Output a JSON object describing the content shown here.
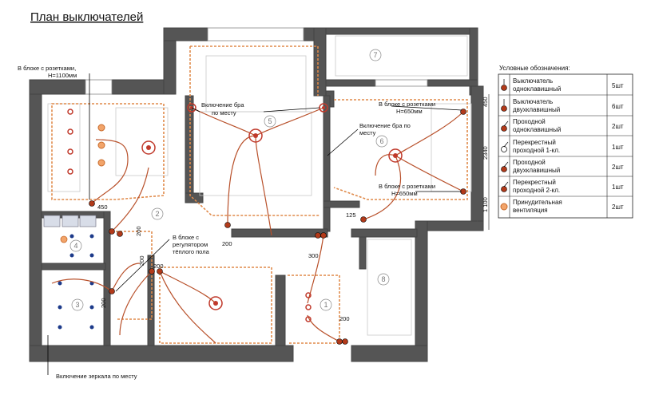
{
  "title": "План выключателей",
  "notes": {
    "sockets_block_1100": "В блоке с розетками,",
    "sockets_block_1100_h": "H=1100мм",
    "sconce_on_site_1": "Включение бра",
    "sconce_on_site_1b": "по месту",
    "sockets_block_650_top": "В блоке с розетками",
    "sockets_block_650_top_h": "H=650мм",
    "sconce_on_site_2": "Включение бра по",
    "sconce_on_site_2b": "месту",
    "sockets_block_650_bottom": "В блоке с розетками",
    "sockets_block_650_bottom_h": "H=650мм",
    "floor_heat_1": "В блоке с",
    "floor_heat_2": "регулятором",
    "floor_heat_3": "тёплого пола",
    "mirror_on": "Включение зеркала по месту"
  },
  "rooms": [
    "1",
    "2",
    "3",
    "4",
    "5",
    "6",
    "7",
    "8"
  ],
  "dimensions": {
    "d450a": "450",
    "d200a": "200",
    "d200b": "200",
    "d200c": "200",
    "d200d": "200",
    "d200e": "200",
    "d200f": "200",
    "d125": "125",
    "d300": "300",
    "side_450": "450",
    "side_2340": "2340",
    "side_1100": "1 100"
  },
  "legend": {
    "heading": "Условные обозначения:",
    "items": [
      {
        "label_1": "Выключатель",
        "label_2": "одноклавишный",
        "qty": "5шт"
      },
      {
        "label_1": "Выключатель",
        "label_2": "двухклавишный",
        "qty": "6шт"
      },
      {
        "label_1": "Проходной",
        "label_2": "одноклавишный",
        "qty": "2шт"
      },
      {
        "label_1": "Перекрестный",
        "label_2": "проходной 1-кл.",
        "qty": "1шт"
      },
      {
        "label_1": "Проходной",
        "label_2": "двухклавишный",
        "qty": "2шт"
      },
      {
        "label_1": "Перекрестный",
        "label_2": "проходной 2-кл.",
        "qty": "1шт"
      },
      {
        "label_1": "Принудительная",
        "label_2": "вентиляция",
        "qty": "2шт"
      }
    ]
  },
  "colors": {
    "wall": "#555555",
    "wire": "#b8502a",
    "zigzag": "#e08a4a",
    "switch": "#b23a1a",
    "vent": "#f2a46a"
  }
}
